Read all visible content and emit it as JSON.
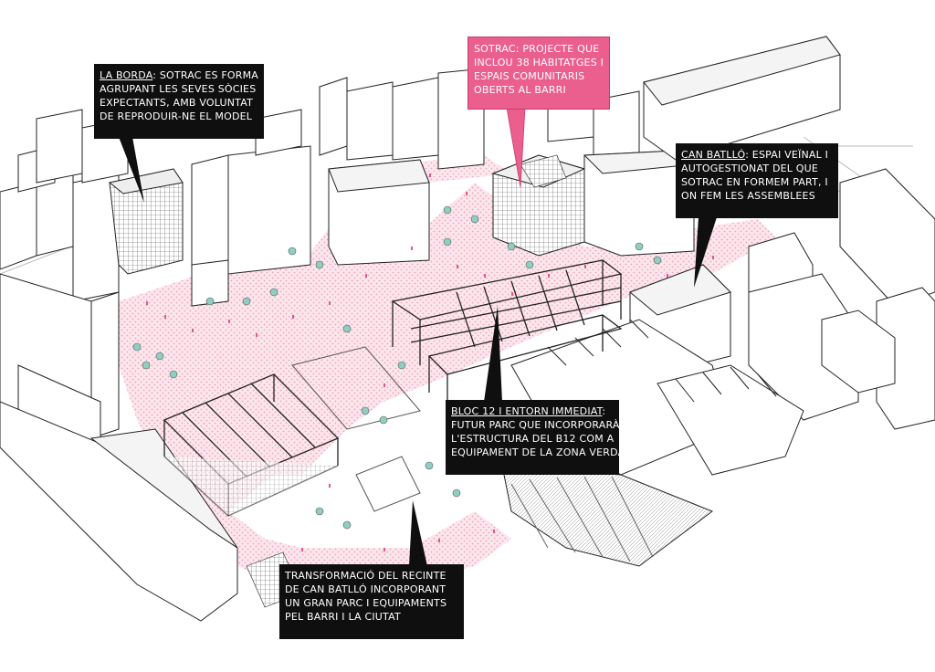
{
  "colors": {
    "callout_bg": "#0f0f0f",
    "callout_text": "#ffffff",
    "highlight_callout_bg": "#ea5f8e",
    "public_space_pink": "#f2b9cb",
    "tree_green": "#8fcfc2",
    "building_stroke": "#222222"
  },
  "callouts": {
    "la_borda": {
      "title": "LA BORDA",
      "line1": ": SOTRAC ES FORMA",
      "line2": "AGRUPANT LES SEVES SÒCIES",
      "line3": "EXPECTANTS, AMB VOLUNTAT",
      "line4": "DE REPRODUIR-NE EL MODEL"
    },
    "sotrac": {
      "line1": "SOTRAC: PROJECTE QUE",
      "line2": "INCLOU 38 HABITATGES  I",
      "line3": "ESPAIS COMUNITARIS",
      "line4": "OBERTS AL BARRI"
    },
    "can_batllo": {
      "title": "CAN BATLLÓ",
      "line1": ": ESPAI VEÏNAL I",
      "line2": "AUTOGESTIONAT DEL QUE",
      "line3": "SOTRAC EN FORMEM PART, I",
      "line4": "ON FEM LES ASSEMBLEES"
    },
    "bloc12": {
      "title": "BLOC 12 I ENTORN IMMEDIAT",
      "line1": ":",
      "line2": "FUTUR PARC QUE INCORPORARÀ",
      "line3": "L'ESTRUCTURA DEL B12 COM A",
      "line4": "EQUIPAMENT DE LA ZONA VERDA"
    },
    "transformacio": {
      "line1": "TRANSFORMACIÓ DEL RECINTE",
      "line2": "DE CAN BATLLÓ INCORPORANT",
      "line3": "UN GRAN PARC I EQUIPAMENTS",
      "line4": "PEL BARRI I LA CIUTAT"
    }
  }
}
